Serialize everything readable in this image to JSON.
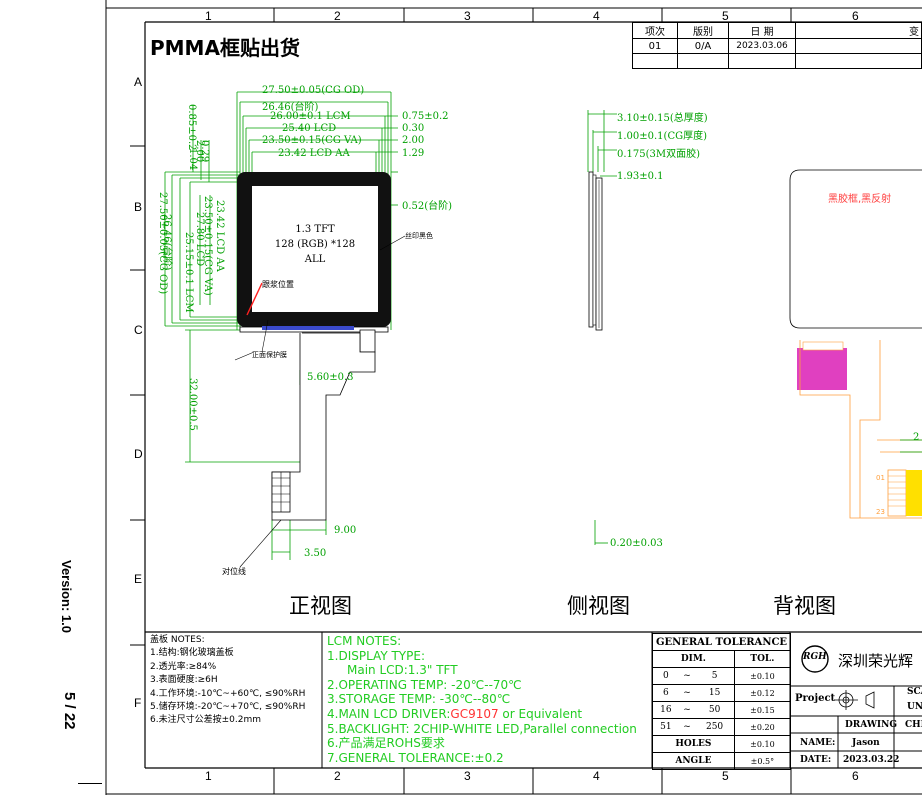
{
  "sidebar": {
    "version": "Version: 1.0",
    "page": "5 / 22"
  },
  "title": "PMMA框贴出货",
  "grid_top": [
    "1",
    "2",
    "3",
    "4",
    "5",
    "6"
  ],
  "grid_bottom": [
    "1",
    "2",
    "3",
    "4",
    "5",
    "6"
  ],
  "rows": [
    "A",
    "B",
    "C",
    "D",
    "E",
    "F"
  ],
  "revision": {
    "headers": [
      "项次",
      "版别",
      "日 期",
      "变"
    ],
    "row": [
      "01",
      "0/A",
      "2023.03.06"
    ]
  },
  "front": {
    "dims_top": [
      "27.50±0.05(CG OD)",
      "26.46(台阶)",
      "26.00±0.1  LCM",
      "25.40  LCD",
      "23.50±0.15(CG VA)",
      "23.42  LCD  AA"
    ],
    "dims_right": [
      "0.75±0.2",
      "0.30",
      "2.00",
      "1.29",
      "0.52(台阶)"
    ],
    "dims_left_top": [
      "0.85±0.2",
      "2.00",
      "0.29",
      "1.04"
    ],
    "dims_left": [
      "27.50±0.05(CG OD)",
      "26.46(台阶)",
      "25.15±0.1  LCM",
      "23.50±0.15(CG VA)",
      "23.42  LCD  AA",
      "27.80  LCD"
    ],
    "lcd_text": [
      "1.3  TFT",
      "128 (RGB) *128",
      "ALL"
    ],
    "label_silk": "丝印黑色",
    "label_glue": "跟浆位置",
    "label_film": "正面保护膜",
    "dim_fpc_w": "5.60±0.3",
    "dim_fpc_len": "32.00±0.5",
    "dim_9": "9.00",
    "dim_3_5": "3.50",
    "label_align": "对位线"
  },
  "side": {
    "dims": [
      "3.10±0.15(总厚度)",
      "1.00±0.1(CG厚度)",
      "0.175(3M双面胶)",
      "1.93±0.1",
      "0.20±0.03"
    ]
  },
  "back": {
    "label": "黑胶框,黑反射",
    "right_dim": "2",
    "pin1": "01",
    "pin23": "23"
  },
  "views": [
    "正视图",
    "侧视图",
    "背视图"
  ],
  "cover_notes": [
    "盖板 NOTES:",
    "1.结构:钢化玻璃盖板",
    "2.透光率:≥84%",
    "3.表面硬度:≥6H",
    "4.工作环境:-10℃~+60℃, ≤90%RH",
    "5.储存环境:-20℃~+70℃, ≤90%RH",
    "6.未注尺寸公差按±0.2mm"
  ],
  "lcm_notes": {
    "lines": [
      "LCM NOTES:",
      "1.DISPLAY TYPE:",
      "   Main LCD:1.3\" TFT",
      "2.OPERATING TEMP: -20℃--70℃",
      "3.STORAGE TEMP: -30℃--80℃"
    ],
    "driver_prefix": "4.MAIN LCD DRIVER:",
    "driver_ic": "GC9107",
    "driver_suffix": " or Equivalent",
    "lines2": [
      "5.BACKLIGHT: 2CHIP-WHITE LED,Parallel connection",
      "6.产品满足ROHS要求",
      "7.GENERAL TOLERANCE:±0.2"
    ]
  },
  "tolerance": {
    "title": "GENERAL TOLERANCE",
    "col_dim": "DIM.",
    "col_tol": "TOL.",
    "rows": [
      [
        "0",
        "~",
        "5",
        "±0.10"
      ],
      [
        "6",
        "~",
        "15",
        "±0.12"
      ],
      [
        "16",
        "~",
        "50",
        "±0.15"
      ],
      [
        "51",
        "~",
        "250",
        "±0.20"
      ]
    ],
    "holes": [
      "HOLES",
      "±0.10"
    ],
    "angle": [
      "ANGLE",
      "±0.5°"
    ]
  },
  "titleblock": {
    "logo": "RGH",
    "company": "深圳荣光辉",
    "project": "Project",
    "sca": "SCA",
    "uni": "UNI",
    "drawing": "DRAWING",
    "che": "CHE",
    "name_lbl": "NAME:",
    "name": "Jason",
    "date_lbl": "DATE:",
    "date": "2023.03.22"
  },
  "colors": {
    "dim": "#00a000",
    "lcm": "#22cc22",
    "driver": "#ff3333",
    "pink": "#e040c0",
    "fpc": "#ff9f3c",
    "red": "#ff4040"
  }
}
